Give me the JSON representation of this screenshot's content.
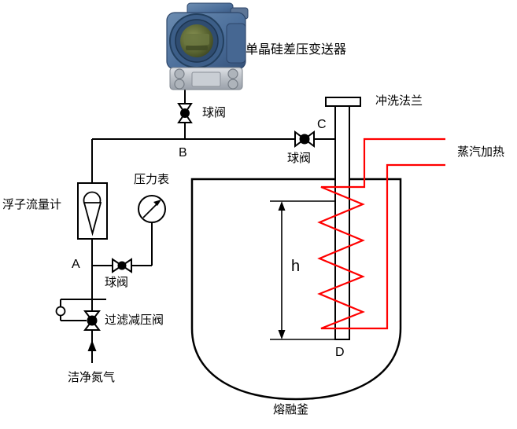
{
  "diagram": {
    "title_context": "differential pressure level measurement piping diagram",
    "labels": {
      "transmitter": "单晶硅差压变送器",
      "ball_valve_top": "球阀",
      "ball_valve_c": "球阀",
      "ball_valve_a": "球阀",
      "flush_flange": "冲洗法兰",
      "steam_heating": "蒸汽加热",
      "float_flowmeter": "浮子流量计",
      "pressure_gauge": "压力表",
      "filter_reducing_valve": "过滤减压阀",
      "clean_nitrogen": "洁净氮气",
      "melting_kettle": "熔融釜",
      "point_a": "A",
      "point_b": "B",
      "point_c": "C",
      "point_d": "D",
      "dimension_h": "h"
    },
    "colors": {
      "line": "#000000",
      "steam_line": "#ff0000",
      "transmitter_body": "#4c6f9b",
      "transmitter_display": "#55602f",
      "flange_metal": "#c3c7cc"
    }
  }
}
